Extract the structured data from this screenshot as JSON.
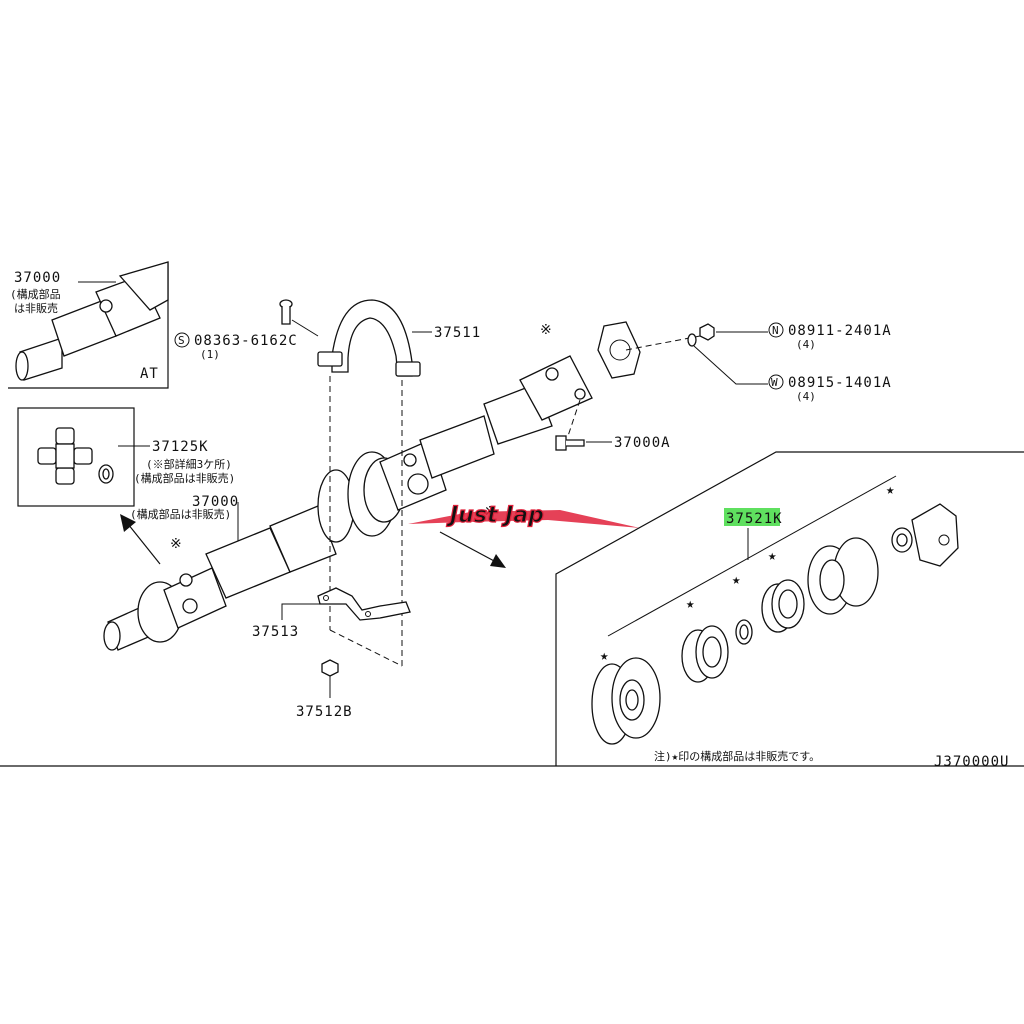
{
  "labels": {
    "p37000_at": "37000",
    "p37000_at_note1": "(構成部品",
    "p37000_at_note2": "は非販売",
    "at": "AT",
    "s_circle": "S",
    "p08363": "08363-6162C",
    "p08363_qty": "(1)",
    "p37511": "37511",
    "p37125k": "37125K",
    "p37125k_note1": "(※部詳細3ケ所)",
    "p37125k_note2": "(構成部品は非販売)",
    "p37000": "37000",
    "p37000_note": "(構成部品は非販売)",
    "n_circle": "N",
    "p08911": "08911-2401A",
    "p08911_qty": "(4)",
    "w_circle": "W",
    "p08915": "08915-1401A",
    "p08915_qty": "(4)",
    "p37000a": "37000A",
    "p37521k": "37521K",
    "p37513": "37513",
    "p37512b": "37512B",
    "asterisk": "※",
    "star": "★",
    "footnote": "注)★印の構成部品は非販売です。",
    "diagram_code": "J370000U",
    "watermark": "Just Jap"
  },
  "colors": {
    "highlight": "#5fe05f",
    "watermark": "#e0203a",
    "line": "#111111"
  }
}
